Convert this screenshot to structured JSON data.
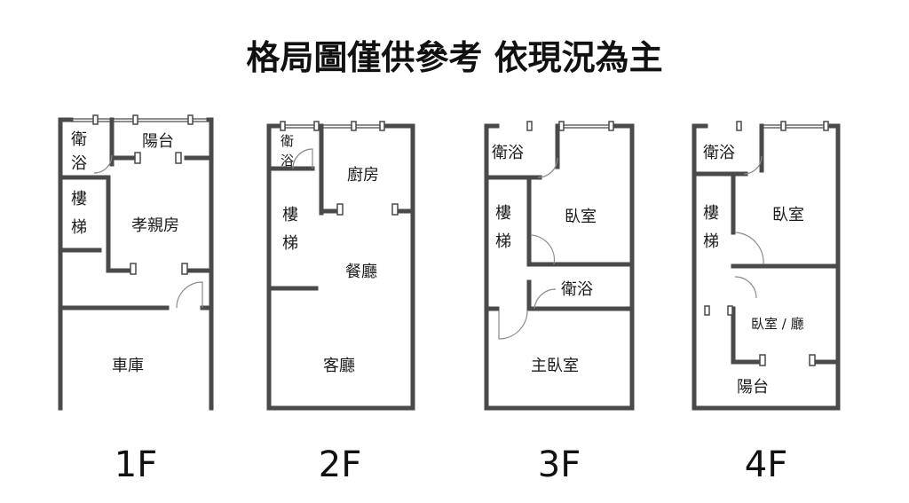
{
  "title": "格局圖僅供參考 依現況為主",
  "floors": [
    {
      "label": "1F",
      "rooms": [
        "衛",
        "浴",
        "陽台",
        "樓",
        "梯",
        "孝親房",
        "車庫"
      ]
    },
    {
      "label": "2F",
      "rooms": [
        "衛",
        "浴",
        "廚房",
        "樓",
        "梯",
        "餐廳",
        "客廳"
      ]
    },
    {
      "label": "3F",
      "rooms": [
        "衛浴",
        "臥室",
        "樓",
        "梯",
        "衛浴",
        "主臥室"
      ]
    },
    {
      "label": "4F",
      "rooms": [
        "衛浴",
        "臥室",
        "樓",
        "梯",
        "臥室 / 廳",
        "陽台"
      ]
    }
  ],
  "colors": {
    "wall": "#4a4a4a",
    "door_arc": "#8a8a8a",
    "text": "#1a1a1a"
  }
}
